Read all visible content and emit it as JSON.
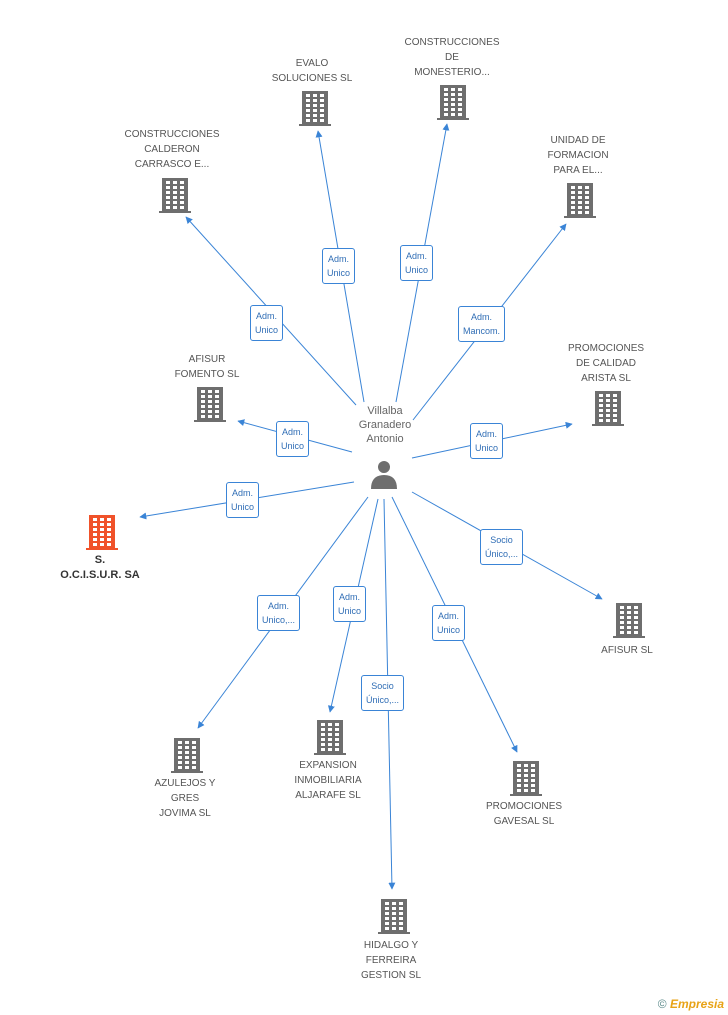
{
  "center": {
    "name": "Villalba\nGranadero\nAntonio",
    "icon": "person-icon"
  },
  "companies": [
    {
      "id": "evalo",
      "name": "EVALO\nSOLUCIONES  SL",
      "icon": "building-icon",
      "focus": false
    },
    {
      "id": "monesterio",
      "name": "CONSTRUCCIONES\nDE\nMONESTERIO...",
      "icon": "building-icon",
      "focus": false
    },
    {
      "id": "calderon",
      "name": "CONSTRUCCIONES\nCALDERON\nCARRASCO E...",
      "icon": "building-icon",
      "focus": false
    },
    {
      "id": "unidad",
      "name": "UNIDAD DE\nFORMACION\nPARA EL...",
      "icon": "building-icon",
      "focus": false
    },
    {
      "id": "afisur_fomento",
      "name": "AFISUR\nFOMENTO SL",
      "icon": "building-icon",
      "focus": false
    },
    {
      "id": "promociones_calidad",
      "name": "PROMOCIONES\nDE CALIDAD\nARISTA SL",
      "icon": "building-icon",
      "focus": false
    },
    {
      "id": "socisur",
      "name": "S.\nO.C.I.S.U.R. SA",
      "icon": "building-icon",
      "focus": true
    },
    {
      "id": "afisur",
      "name": "AFISUR SL",
      "icon": "building-icon",
      "focus": false
    },
    {
      "id": "azulejos",
      "name": "AZULEJOS Y\nGRES\nJOVIMA SL",
      "icon": "building-icon",
      "focus": false
    },
    {
      "id": "expansion",
      "name": "EXPANSION\nINMOBILIARIA\nALJARAFE SL",
      "icon": "building-icon",
      "focus": false
    },
    {
      "id": "gavesal",
      "name": "PROMOCIONES\nGAVESAL  SL",
      "icon": "building-icon",
      "focus": false
    },
    {
      "id": "hidalgo",
      "name": "HIDALGO Y\nFERREIRA\nGESTION SL",
      "icon": "building-icon",
      "focus": false
    }
  ],
  "edges": [
    {
      "target": "evalo",
      "label": "Adm.\nUnico"
    },
    {
      "target": "monesterio",
      "label": "Adm.\nUnico"
    },
    {
      "target": "calderon",
      "label": "Adm.\nUnico"
    },
    {
      "target": "unidad",
      "label": "Adm.\nMancom."
    },
    {
      "target": "afisur_fomento",
      "label": "Adm.\nUnico"
    },
    {
      "target": "promociones_calidad",
      "label": "Adm.\nUnico"
    },
    {
      "target": "socisur",
      "label": "Adm.\nUnico"
    },
    {
      "target": "afisur",
      "label": "Socio\nÚnico,..."
    },
    {
      "target": "azulejos",
      "label": "Adm.\nUnico,..."
    },
    {
      "target": "expansion",
      "label": "Adm.\nUnico"
    },
    {
      "target": "gavesal",
      "label": "Adm.\nUnico"
    },
    {
      "target": "hidalgo",
      "label": "Socio\nÚnico,..."
    }
  ],
  "colors": {
    "edge": "#3a84d6",
    "building": "#6e6e6e",
    "focus_building": "#f0522a",
    "person": "#6e6e6e"
  },
  "footer": {
    "copyright": "©",
    "brand": "Empresia"
  }
}
